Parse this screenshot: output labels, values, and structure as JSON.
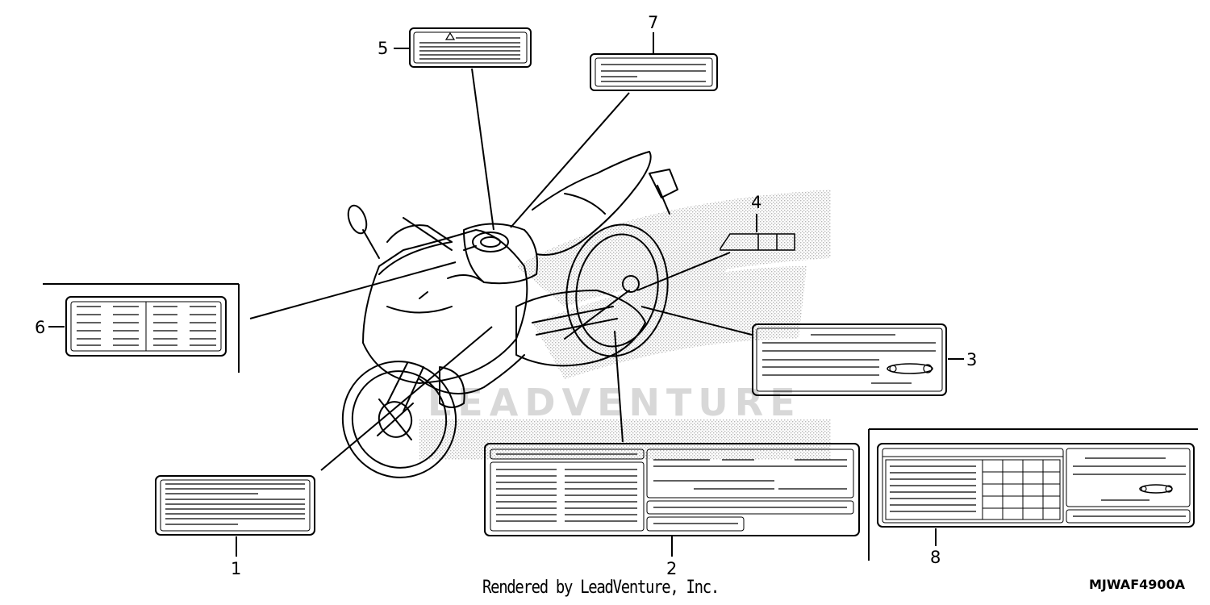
{
  "callouts": [
    "1",
    "2",
    "3",
    "4",
    "5",
    "6",
    "7",
    "8"
  ],
  "footer": {
    "credit": "Rendered by LeadVenture, Inc.",
    "part_code": "MJWAF4900A"
  },
  "watermark": "LEADVENTURE",
  "colors": {
    "ink": "#000000",
    "halftone": "#7a7a7a",
    "paper": "#ffffff"
  }
}
